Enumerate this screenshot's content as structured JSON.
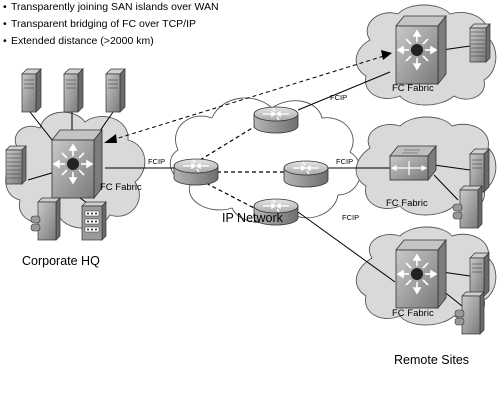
{
  "bullets": [
    "Transparently joining SAN islands over WAN",
    "Transparent bridging of FC over TCP/IP",
    "Extended distance (>2000 km)"
  ],
  "labels": {
    "corporate_hq": "Corporate HQ",
    "ip_network": "IP Network",
    "remote_sites": "Remote Sites",
    "fc_fabric": "FC Fabric",
    "fcip": "FCIP"
  },
  "colors": {
    "cloud_fill": "#d9d9d9",
    "device_gray": "#8c8c8c",
    "line": "#000000"
  },
  "icons": {
    "hq_switch": "fc-director-switch-icon",
    "router": "router-icon",
    "server": "server-tower-icon",
    "storage": "disk-array-icon"
  }
}
